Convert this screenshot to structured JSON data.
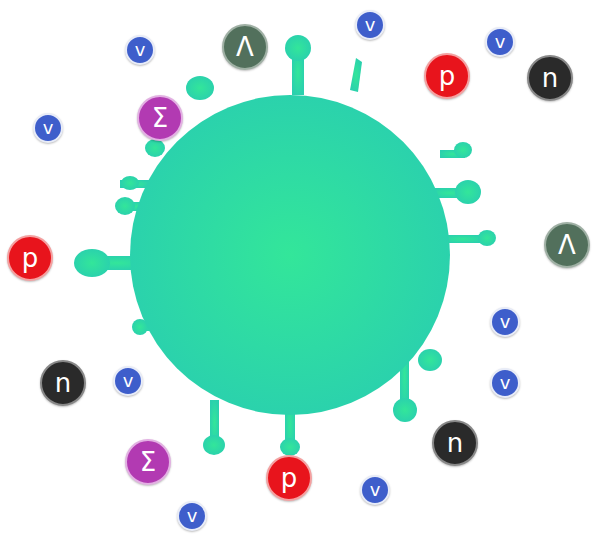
{
  "diagram": {
    "nodes": [
      {
        "text": [
          "Λ"
        ]
      },
      {
        "text": [
          "v"
        ]
      },
      {
        "text": [
          "v"
        ]
      },
      {
        "text": [
          "v"
        ]
      },
      {
        "text": [
          "p"
        ]
      },
      {
        "text": [
          "n"
        ]
      },
      {
        "text": [
          "Σ"
        ]
      },
      {
        "text": [
          "v"
        ]
      },
      {
        "text": [
          "Λ"
        ]
      },
      {
        "text": [
          "p"
        ]
      },
      {
        "text": [
          "v"
        ]
      },
      {
        "text": [
          "n"
        ]
      },
      {
        "text": [
          "v"
        ]
      },
      {
        "text": [
          "v"
        ]
      },
      {
        "text": [
          "n"
        ]
      },
      {
        "text": [
          "Σ"
        ]
      },
      {
        "text": [
          "p"
        ]
      },
      {
        "text": [
          "v"
        ]
      },
      {
        "text": [
          "v"
        ]
      }
    ]
  }
}
